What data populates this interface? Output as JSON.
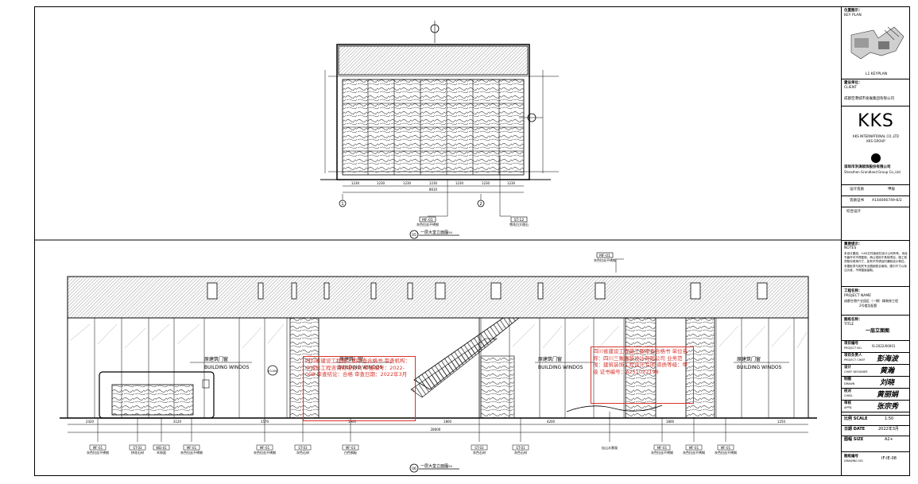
{
  "titleblock": {
    "key_plan_label_cn": "位置图示：",
    "key_plan_label_en": "KEY PLAN",
    "key_plan_caption": "L1 KEYPLAN",
    "client_label_cn": "建设单位：",
    "client_label_en": "CLIENT",
    "client_name": "成都空港城市发展集团有限公司",
    "firm_name": "KKS",
    "firm_sub1": "KKS INTERNATIONAL CO.,LTD",
    "firm_sub2": "KKS GROUP",
    "contractor_name": "深圳市洪涛装饰股份有限公司",
    "contractor_en": "Shenzhen Grandland Group Co.,Ltd.",
    "qual_label": "设计资质",
    "qual_value": "甲级",
    "cert_label": "资质证书",
    "cert_value": "A144006749-6/2",
    "general_design": "综合设计",
    "notes_label_cn": "重要提示：",
    "notes_label_en": "NOTES",
    "notes_text": "本设计图纸、CAD文件版权归设计公司所有，未经书面许可不得复制、转让或用于其他项目。施工前须核对现场尺寸，如有不符请及时通知设计单位。本图纸须与相关专业图纸配合使用，图中尺寸以标注为准，不得直接量取。",
    "project_label_cn": "工程名称：",
    "project_label_en": "PROJECT NAME",
    "project_name_1": "成都空港产业园区（一期）精装修工程",
    "project_name_2": "2号楼及配套",
    "title_label_cn": "图纸名称：",
    "title_label_en": "TITLE",
    "drawing_title": "一层立面图",
    "rows": [
      {
        "cn": "项目编号",
        "en": "PROJECT NO.",
        "value": "IS-2022/00001"
      },
      {
        "cn": "项目负责人",
        "en": "PROJECT CHIEF",
        "value": "彭海波"
      },
      {
        "cn": "设计",
        "en": "CHIEF DESIGNER",
        "value": "黄瀚"
      },
      {
        "cn": "制图",
        "en": "DRAWN",
        "value": "刘晓"
      },
      {
        "cn": "校对",
        "en": "CHKD.",
        "value": "黄丽娟"
      },
      {
        "cn": "审核",
        "en": "APPD.",
        "value": "张宗秀"
      }
    ],
    "scale_label": "比例 SCALE",
    "scale_value": "1:50",
    "date_label": "日期 DATE",
    "date_value": "2022年3月",
    "size_label": "图幅 SIZE",
    "size_value": "A2+",
    "drawing_no_label_cn": "图纸编号",
    "drawing_no_label_en": "DRAWING NO.",
    "drawing_no": "IF-IE-08"
  },
  "upper_elevation": {
    "caption_marker": "05",
    "caption": "一层大堂立面图",
    "caption_scale": "1:50",
    "tags": [
      {
        "code": "MF-01",
        "desc": "灰色拉丝不锈钢"
      },
      {
        "code": "ST-12",
        "desc": "雪花白大理石"
      }
    ],
    "grid_marks": [
      "1",
      "2"
    ],
    "dims": [
      "1230",
      "1230",
      "1230",
      "1230",
      "1230",
      "1230",
      "1230"
    ],
    "total_dim": "8610"
  },
  "lower_elevation": {
    "caption_marker": "06",
    "caption": "一层大堂立面图",
    "caption_scale": "1:50",
    "top_tag_code": "MF-01",
    "top_tag_desc": "灰色拉丝不锈钢",
    "window_notes": [
      {
        "cn": "原建筑门窗",
        "en": "BUILDING WINDOS"
      },
      {
        "cn": "原建筑门窗",
        "en": "BUILDING WINDOS"
      },
      {
        "cn": "原建筑门窗",
        "en": "BUILDING WINDOS"
      },
      {
        "cn": "原建筑门窗",
        "en": "BUILDING WINDOS"
      }
    ],
    "tags": [
      {
        "code": "MF-01",
        "desc": "灰色拉丝不锈钢"
      },
      {
        "code": "ST-03",
        "desc": "拼花石材"
      },
      {
        "code": "WD-01",
        "desc": "木饰面"
      },
      {
        "code": "MF-01",
        "desc": "灰色拉丝不锈钢"
      },
      {
        "code": "MF-01",
        "desc": "灰色拉丝不锈钢"
      },
      {
        "code": "ST-03",
        "desc": "灰色石材"
      },
      {
        "code": "MF-03",
        "desc": "白色钢板"
      },
      {
        "code": "ST-03",
        "desc": "灰色石材"
      },
      {
        "code": "ST-01",
        "desc": "灰色石材"
      },
      {
        "code": "MF-01",
        "desc": "灰色拉丝不锈钢"
      },
      {
        "code": "MF-01",
        "desc": "灰色拉丝不锈钢"
      },
      {
        "code": "MF-01",
        "desc": "灰色拉丝不锈钢"
      }
    ],
    "water_feature_label": "仙山水景观",
    "dims": [
      "2420",
      "3120",
      "1570",
      "1900",
      "1800",
      "4200",
      "1800",
      "1250"
    ],
    "total_dim": "28000",
    "level_mark": "±0.000"
  },
  "stamps": [
    {
      "text": "四川省建设工程施工图审查合格书 审查机构：中诚信工程咨询有限公司 审查编号：2022-008 审查结论：合格 审查日期：2022年3月"
    },
    {
      "text": "四川省建设工程施工图审查合格书 单位名称：四川三象建筑设计有限公司 业务范围：建筑装饰工程设计专项 资质等级：甲级 证书编号：A251022198"
    }
  ],
  "colors": {
    "line": "#000000",
    "stamp_red": "#d8342c",
    "hatch": "#4a4a4a",
    "ceiling_fill": "#d9d9d9"
  }
}
